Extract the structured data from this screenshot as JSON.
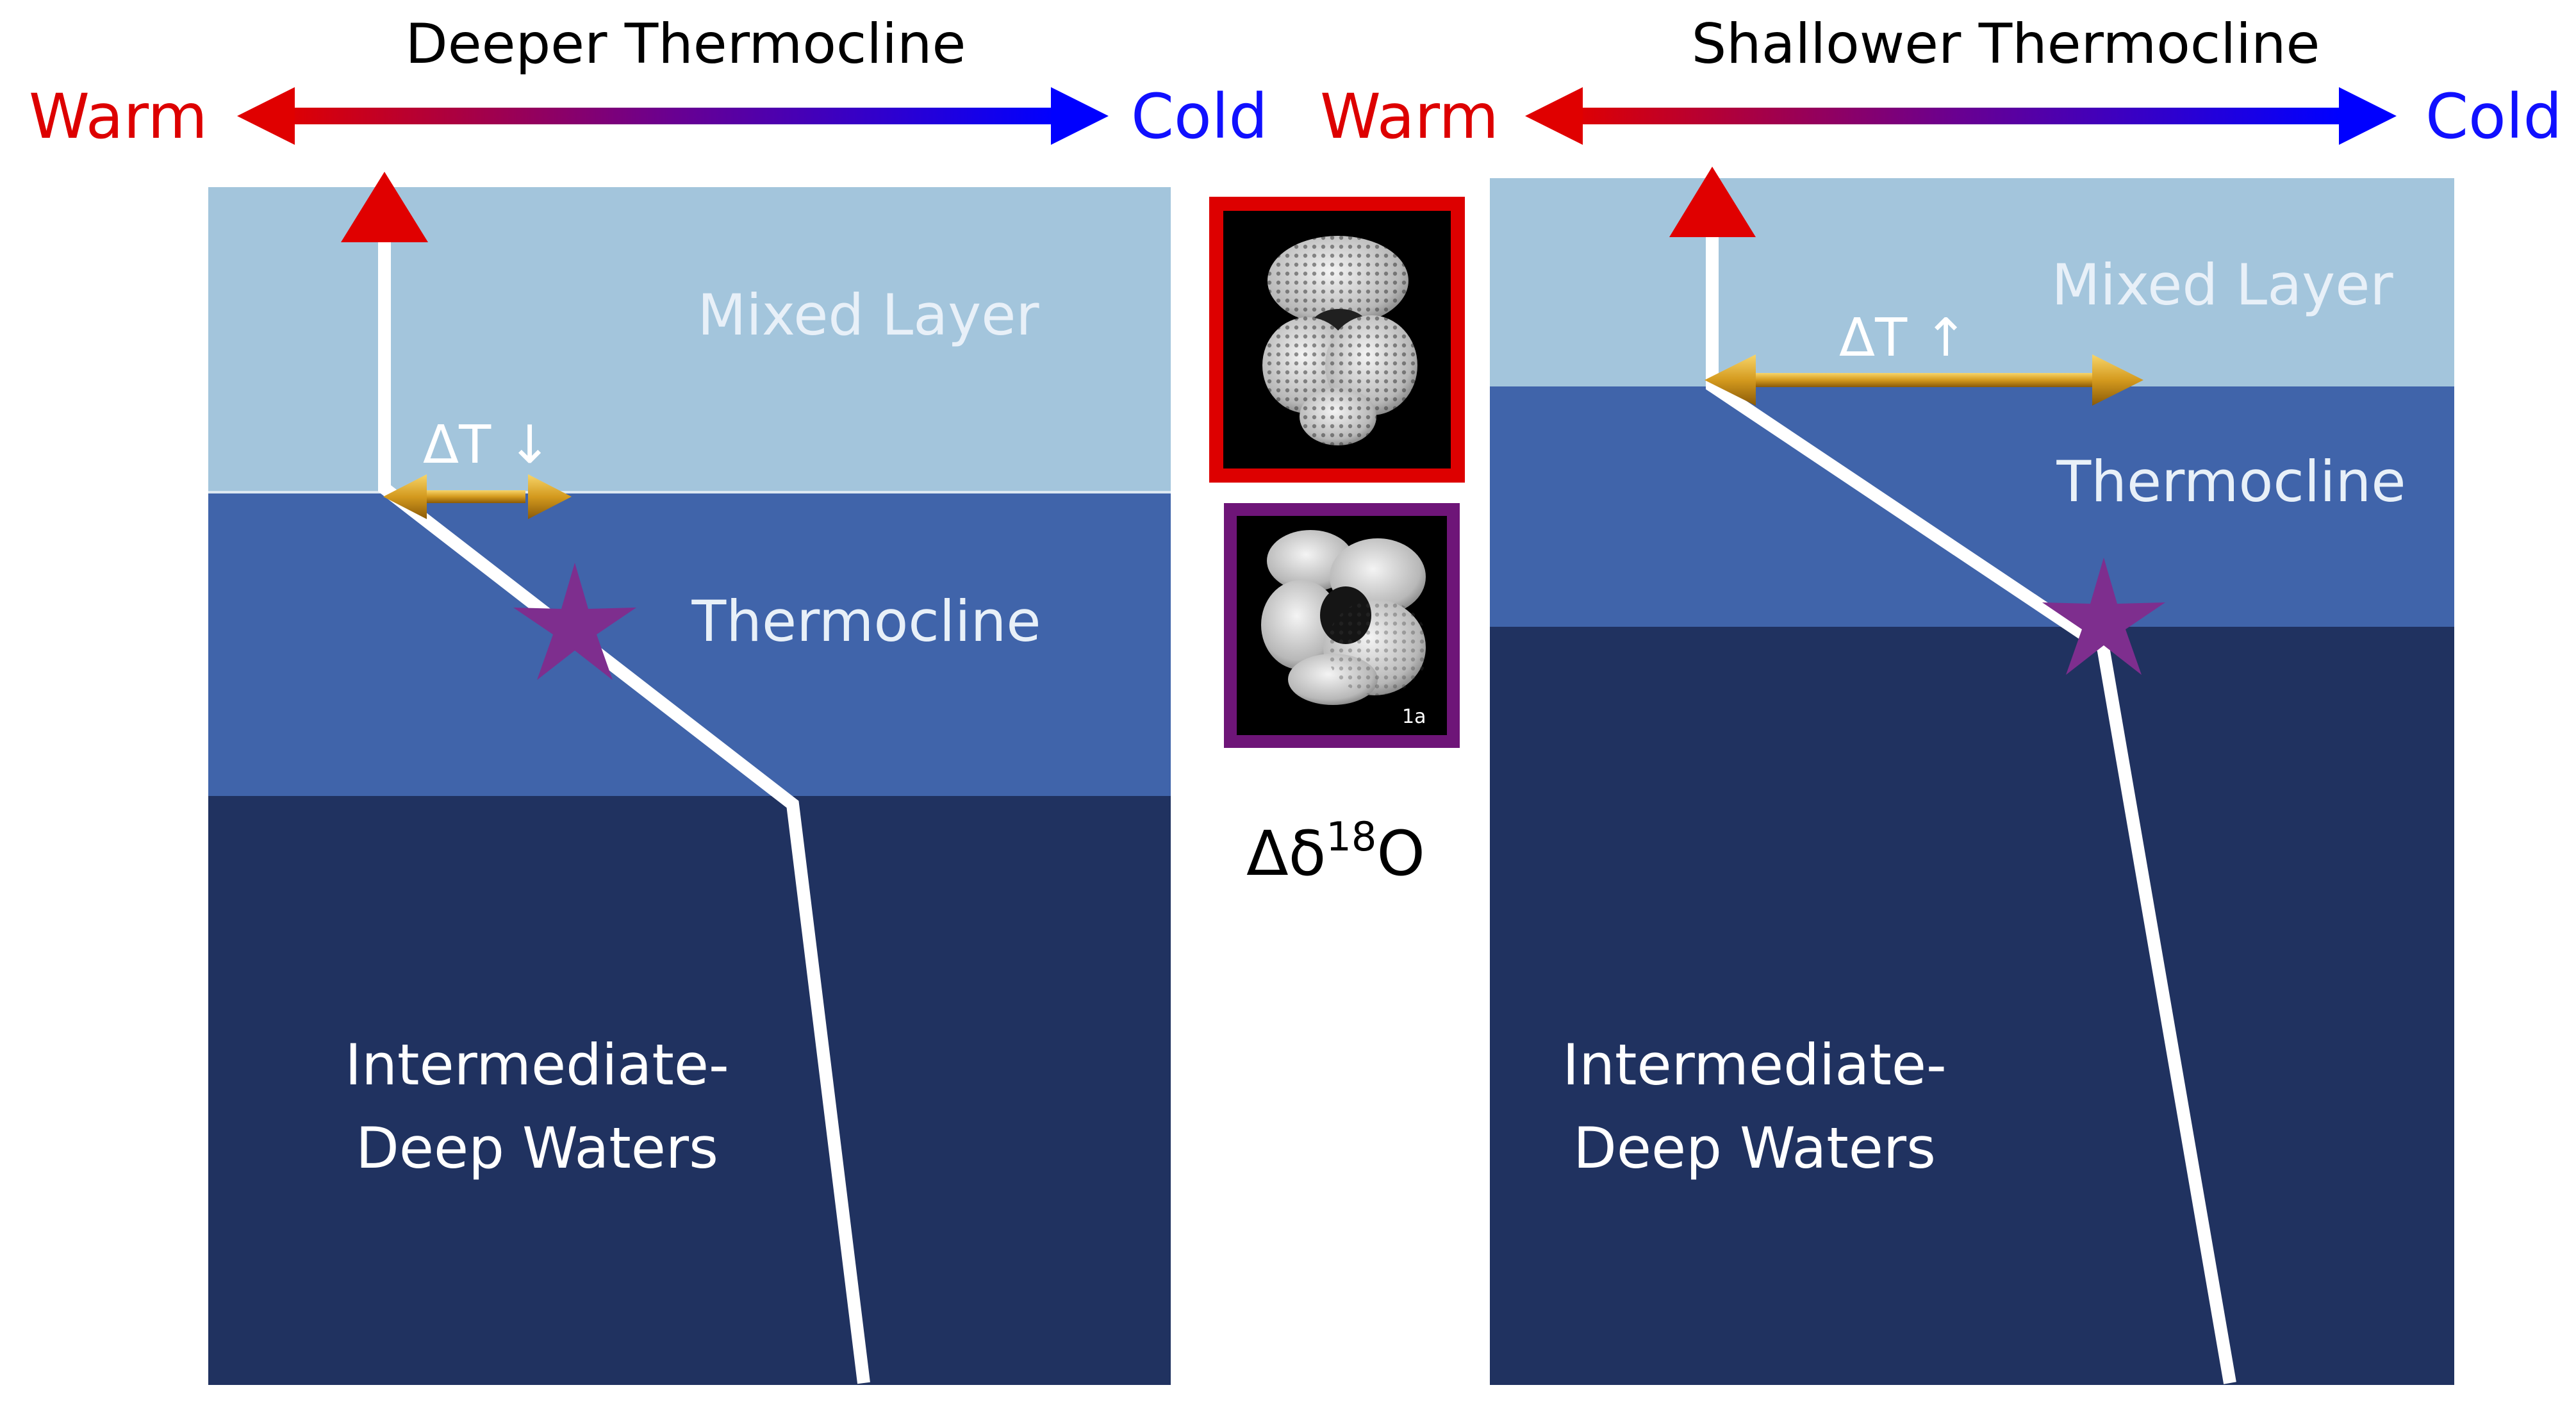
{
  "colors": {
    "warm": "#dd0000",
    "cold": "#1010ff",
    "mixed_layer": "#a3c5dc",
    "thermocline_layer": "#4064aa",
    "deep_layer": "#203260",
    "profile_line": "#ffffff",
    "surface_arrow": "#e00000",
    "gold_arrow": "#d9a020",
    "star": "#7e2e8e",
    "frame_red": "#dd0000",
    "frame_purple": "#6e1578"
  },
  "left_panel": {
    "title": "Deeper Thermocline",
    "warm_label": "Warm",
    "cold_label": "Cold",
    "mixed_layer_label": "Mixed Layer",
    "thermocline_label": "Thermocline",
    "deep_label_line1": "Intermediate-",
    "deep_label_line2": "Deep Waters",
    "delta_t_label": "ΔT ↓"
  },
  "right_panel": {
    "title": "Shallower Thermocline",
    "warm_label": "Warm",
    "cold_label": "Cold",
    "mixed_layer_label": "Mixed Layer",
    "thermocline_label": "Thermocline",
    "deep_label_line1": "Intermediate-",
    "deep_label_line2": "Deep Waters",
    "delta_t_label": "ΔT ↑"
  },
  "center": {
    "foram_bottom_tag": "1a",
    "isotope_base": "Δδ",
    "isotope_sup": "18",
    "isotope_tail": "O"
  },
  "icons": [
    "warm-cold-gradient-arrow-icon",
    "surface-arrow-icon",
    "delta-t-double-arrow-icon",
    "star-icon",
    "foraminifera-icon"
  ]
}
